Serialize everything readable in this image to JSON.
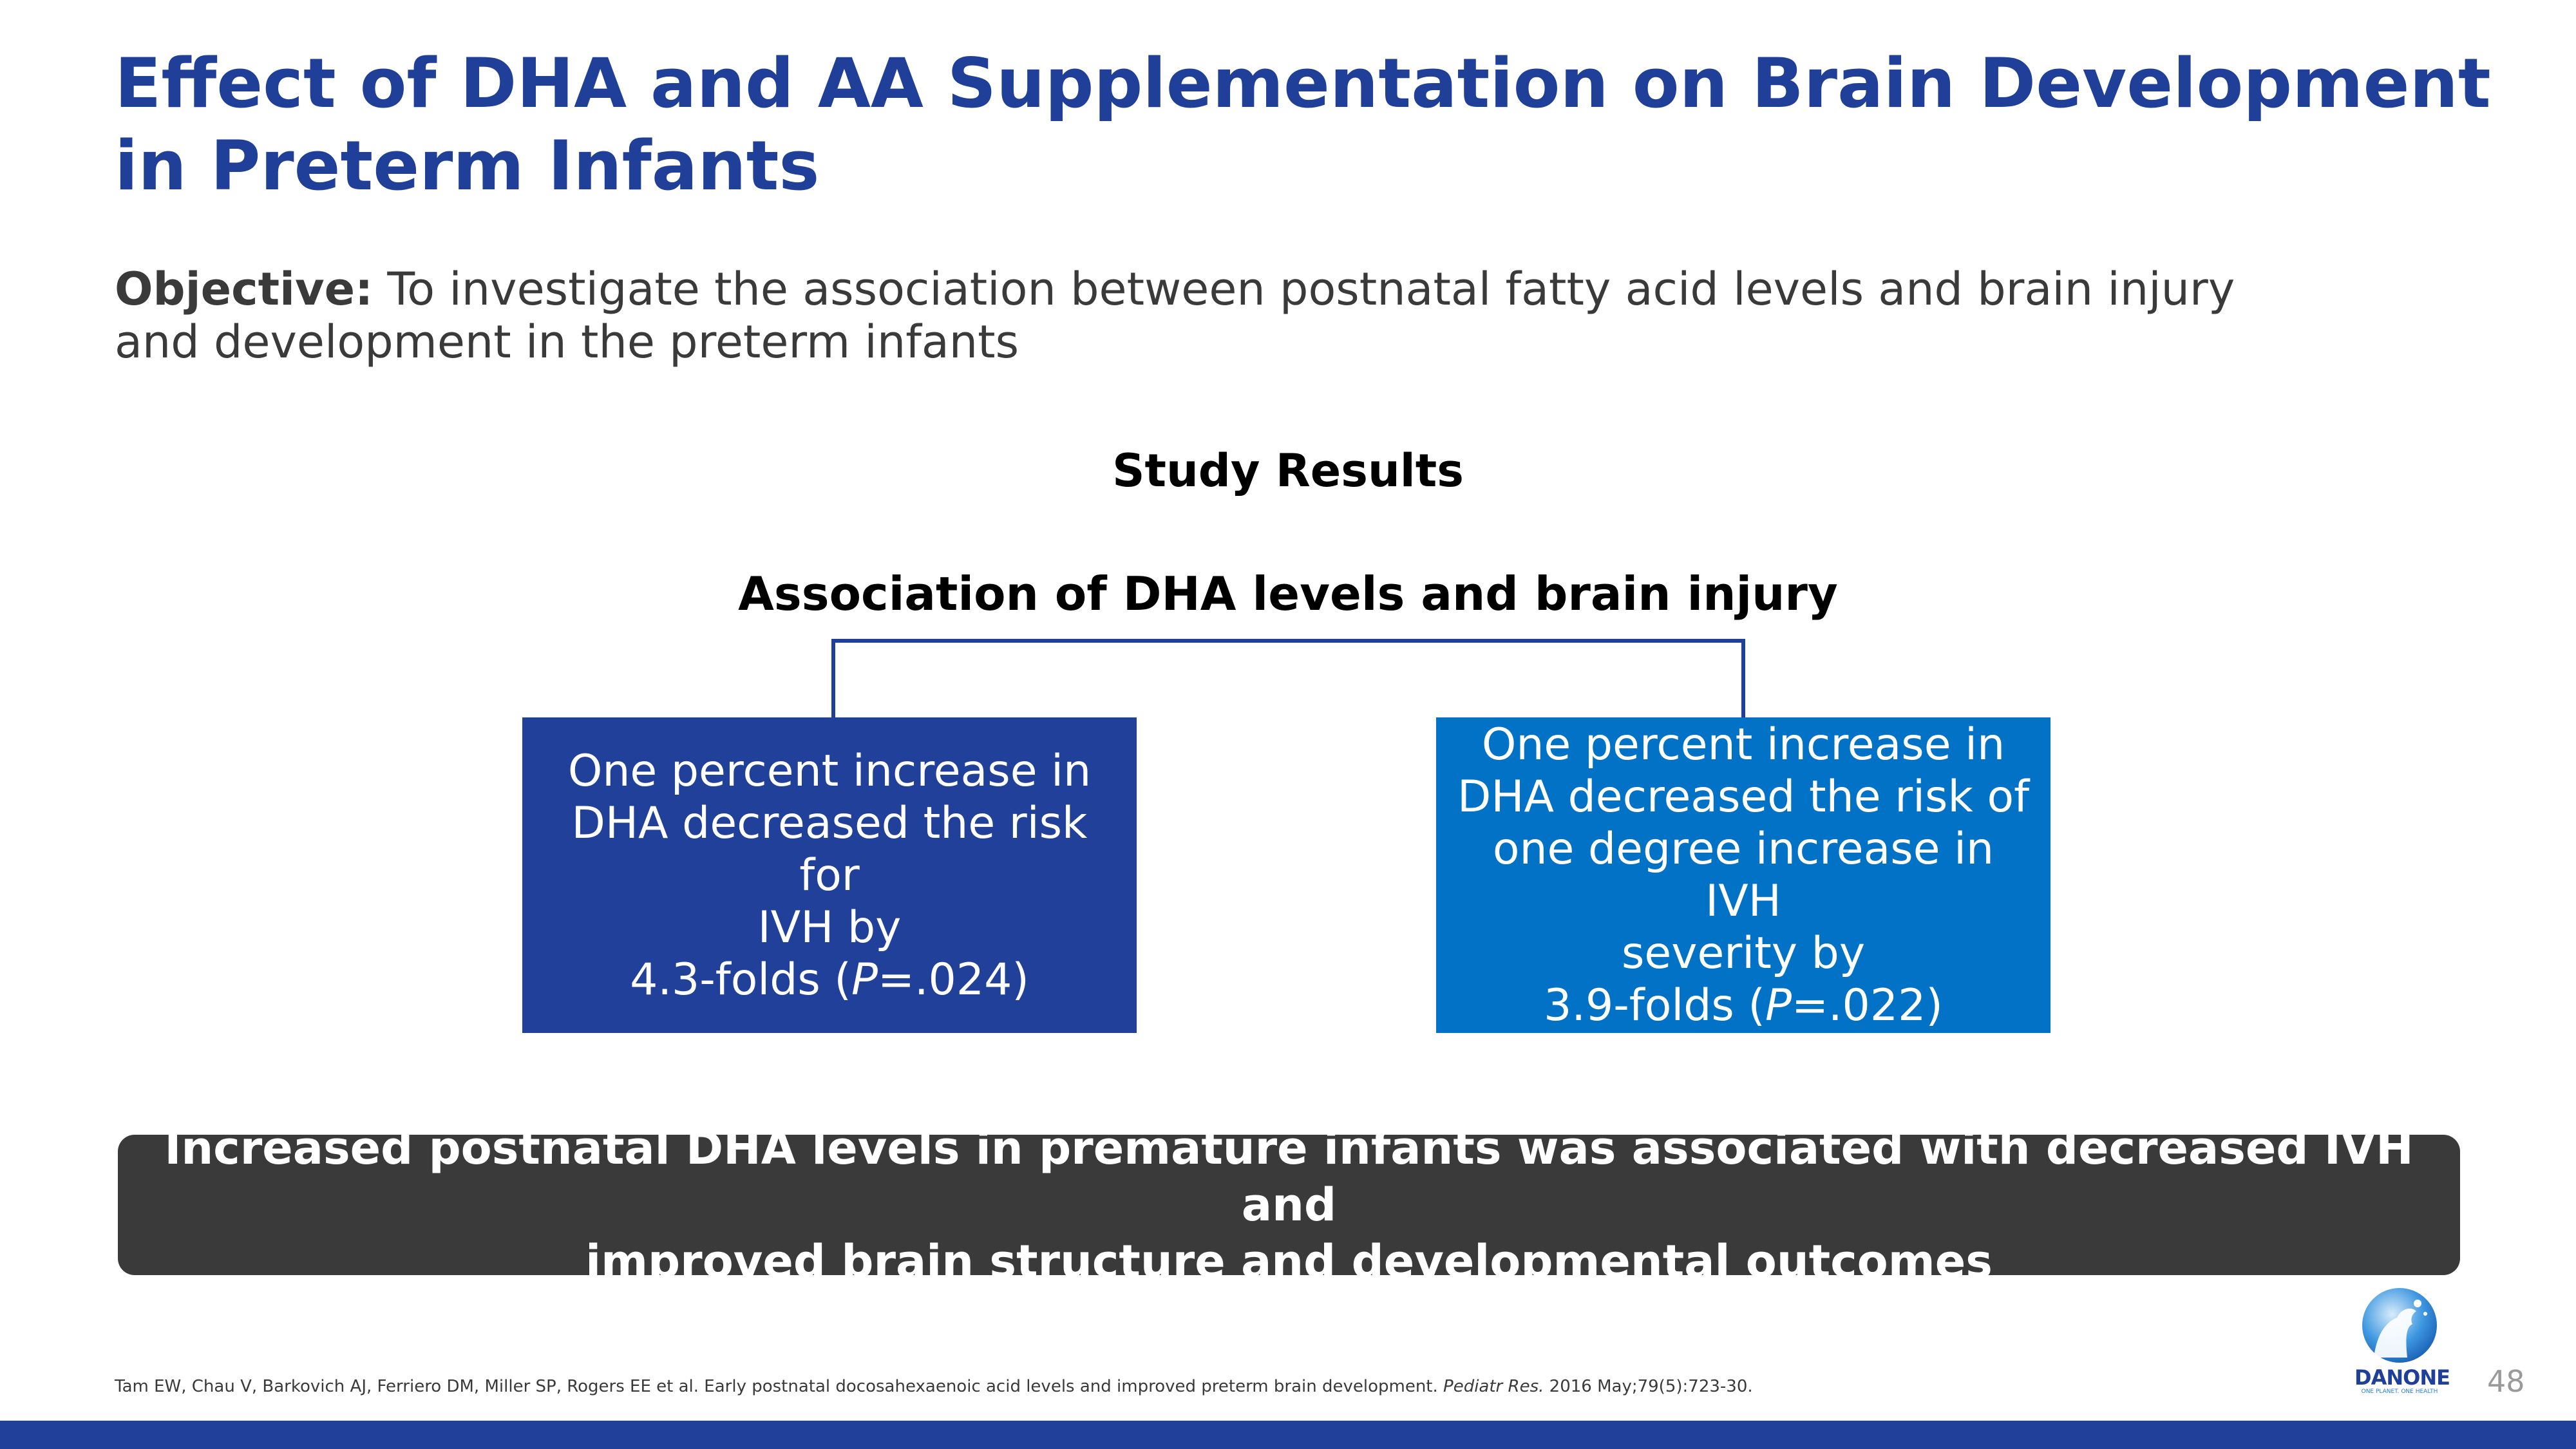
{
  "slide": {
    "title": "Effect of DHA and AA Supplementation on Brain Development in Preterm Infants",
    "objective_label": "Objective:",
    "objective_text": "To investigate the association between postnatal fatty acid levels and brain injury and development in the preterm infants",
    "section_heading": "Study Results",
    "diagram_title": "Association of DHA levels and brain injury",
    "box_left": {
      "line1": "One percent increase in",
      "line2": "DHA decreased the risk for",
      "line3": "IVH by",
      "line4_pre": "4.3-folds (",
      "line4_italic": "P",
      "line4_post": "=.024)",
      "color": "#21409a"
    },
    "box_right": {
      "line1": "One percent increase in",
      "line2": "DHA decreased the risk of",
      "line3": "one degree increase in IVH",
      "line4": "severity by",
      "line5_pre": "3.9-folds (",
      "line5_italic": "P",
      "line5_post": "=.022)",
      "color": "#0272c6"
    },
    "conclusion": {
      "line1": "Increased postnatal DHA levels in premature infants was associated with decreased IVH and",
      "line2": "improved brain structure and developmental outcomes"
    },
    "reference": {
      "authors_text": "Tam EW, Chau V, Barkovich AJ, Ferriero DM, Miller SP, Rogers EE et al. Early postnatal docosahexaenoic acid levels and improved preterm brain development.",
      "journal": "Pediatr Res.",
      "citation": "2016 May;79(5):723-30."
    },
    "logo": {
      "text": "DANONE",
      "tagline": "ONE PLANET. ONE HEALTH",
      "icon": "danone-logo-icon"
    },
    "page_number": "48"
  },
  "colors": {
    "title": "#1f3f99",
    "footer_bar": "#21409a",
    "conclusion_bg": "#3a3a3a"
  }
}
